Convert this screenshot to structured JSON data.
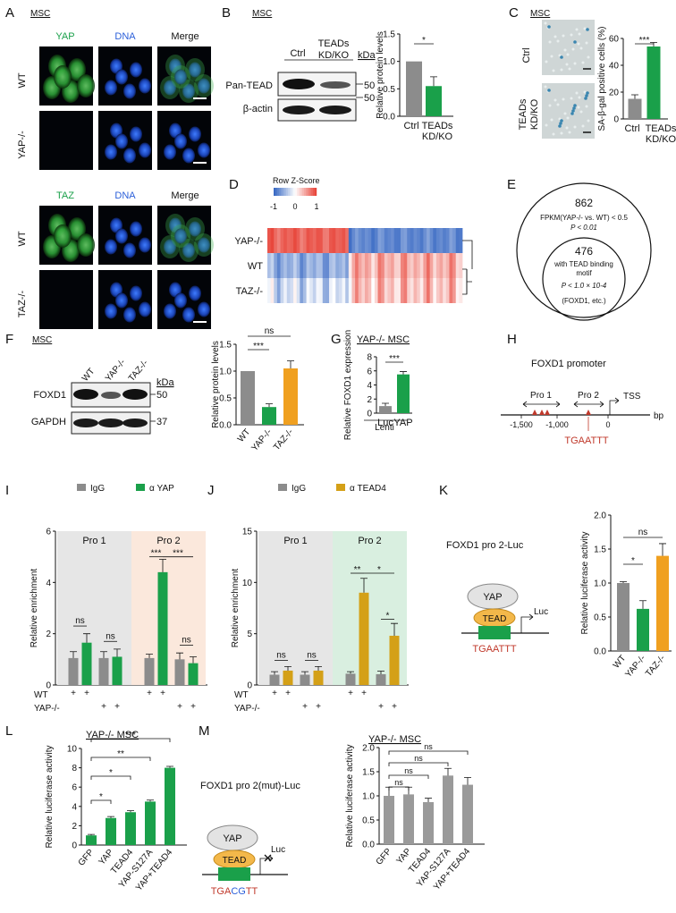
{
  "panels": {
    "A": {
      "label": "A",
      "cell": "MSC",
      "cols": [
        "YAP",
        "DNA",
        "Merge",
        "TAZ",
        "DNA",
        "Merge"
      ],
      "rows": [
        "WT",
        "YAP-/-",
        "WT",
        "TAZ-/-"
      ]
    },
    "B": {
      "label": "B",
      "cell": "MSC",
      "conds": [
        "Ctrl",
        "TEADs",
        "KD/KO"
      ],
      "kda": "kDa",
      "bands": [
        "Pan-TEAD",
        "β-actin"
      ],
      "mw": [
        "50",
        "50"
      ]
    },
    "C": {
      "label": "C",
      "cell": "MSC",
      "rows": [
        "Ctrl",
        "TEADs",
        "KD/KO"
      ]
    },
    "D": {
      "label": "D",
      "legend_title": "Row Z-Score",
      "legend_ticks": [
        "-1",
        "0",
        "1"
      ],
      "rows": [
        "YAP-/-",
        "WT",
        "TAZ-/-"
      ]
    },
    "E": {
      "label": "E",
      "outer_num": "862",
      "outer_text": "FPKM(YAP-/- vs. WT) < 0.5",
      "outer_p": "P < 0.01",
      "inner_num": "476",
      "inner_text1": "with TEAD binding",
      "inner_text2": "motif",
      "inner_p": "P < 1.0 × 10-4",
      "inner_note": "(FOXD1, etc.)"
    },
    "F": {
      "label": "F",
      "cell": "MSC",
      "conds": [
        "WT",
        "YAP-/-",
        "TAZ-/-"
      ],
      "kda": "kDa",
      "bands": [
        "FOXD1",
        "GAPDH"
      ],
      "mw": [
        "50",
        "37"
      ]
    },
    "G": {
      "label": "G",
      "title": "YAP-/- MSC",
      "group": "Lenti"
    },
    "H": {
      "label": "H",
      "title": "FOXD1 promoter",
      "pro1": "Pro 1",
      "pro2": "Pro 2",
      "tss": "TSS",
      "ticks": [
        "-1,500",
        "-1,000",
        "0"
      ],
      "unit": "bp",
      "motif": "TGAATTT"
    },
    "I": {
      "label": "I",
      "legend": [
        "IgG",
        "α YAP"
      ],
      "regions": [
        "Pro 1",
        "Pro 2"
      ],
      "wt": "WT",
      "yap": "YAP-/-"
    },
    "J": {
      "label": "J",
      "legend": [
        "IgG",
        "α TEAD4"
      ],
      "regions": [
        "Pro 1",
        "Pro 2"
      ],
      "wt": "WT",
      "yap": "YAP-/-"
    },
    "K": {
      "label": "K",
      "construct": "FOXD1 pro 2-Luc",
      "yap": "YAP",
      "tead": "TEAD",
      "luc": "Luc",
      "motif": "TGAATTT"
    },
    "L": {
      "label": "L",
      "title": "YAP-/- MSC"
    },
    "M": {
      "label": "M",
      "construct": "FOXD1 pro 2(mut)-Luc",
      "yap": "YAP",
      "tead": "TEAD",
      "luc": "Luc",
      "motif_a": "TGA",
      "motif_b": "CG",
      "motif_c": "TT",
      "title": "YAP-/- MSC"
    }
  },
  "colors": {
    "gray": "#8c8c8c",
    "green": "#1aa04a",
    "orange": "#f0a020",
    "gold": "#d4a017",
    "micro_green": "#3fb34f",
    "micro_blue": "#2b5fd9",
    "heat_red": "#e8473c",
    "heat_blue": "#3b6bc4"
  },
  "chart_data": [
    {
      "id": "B",
      "type": "bar",
      "categories": [
        "Ctrl",
        "TEADs KD/KO"
      ],
      "values": [
        1.0,
        0.55
      ],
      "errors": [
        0,
        0.17
      ],
      "colors": [
        "#8c8c8c",
        "#1aa04a"
      ],
      "ylabel": "Relative protein levels",
      "ylim": [
        0,
        1.5
      ],
      "yticks": [
        0,
        0.5,
        1.0,
        1.5
      ],
      "ytick_labels": [
        "0.0",
        "0.5",
        "1.0",
        "1.5"
      ],
      "sig": [
        {
          "a": 0,
          "b": 1,
          "text": "*"
        }
      ]
    },
    {
      "id": "C",
      "type": "bar",
      "categories": [
        "Ctrl",
        "TEADs KD/KO"
      ],
      "values": [
        15,
        54
      ],
      "errors": [
        3,
        3
      ],
      "colors": [
        "#8c8c8c",
        "#1aa04a"
      ],
      "ylabel": "SA-β-gal positive cells (%)",
      "ylim": [
        0,
        60
      ],
      "yticks": [
        0,
        20,
        40,
        60
      ],
      "ytick_labels": [
        "0",
        "20",
        "40",
        "60"
      ],
      "sig": [
        {
          "a": 0,
          "b": 1,
          "text": "***"
        }
      ]
    },
    {
      "id": "F",
      "type": "bar",
      "categories": [
        "WT",
        "YAP-/-",
        "TAZ-/-"
      ],
      "values": [
        1.0,
        0.33,
        1.05
      ],
      "errors": [
        0,
        0.06,
        0.14
      ],
      "colors": [
        "#8c8c8c",
        "#1aa04a",
        "#f0a020"
      ],
      "ylabel": "Relative protein levels",
      "ylim": [
        0,
        1.5
      ],
      "yticks": [
        0,
        0.5,
        1.0,
        1.5
      ],
      "ytick_labels": [
        "0.0",
        "0.5",
        "1.0",
        "1.5"
      ],
      "sig": [
        {
          "a": 0,
          "b": 1,
          "text": "***",
          "lvl": 0
        },
        {
          "a": 0,
          "b": 2,
          "text": "ns",
          "lvl": 1
        }
      ]
    },
    {
      "id": "G",
      "type": "bar",
      "categories": [
        "Luc",
        "YAP"
      ],
      "values": [
        1.0,
        5.5
      ],
      "errors": [
        0.4,
        0.4
      ],
      "colors": [
        "#8c8c8c",
        "#1aa04a"
      ],
      "ylabel": "Relative FOXD1 expression",
      "ylim": [
        0,
        8
      ],
      "yticks": [
        0,
        2,
        4,
        6,
        8
      ],
      "ytick_labels": [
        "0",
        "2",
        "4",
        "6",
        "8"
      ],
      "sig": [
        {
          "a": 0,
          "b": 1,
          "text": "***"
        }
      ]
    },
    {
      "id": "I",
      "type": "bar",
      "categories": [
        "Pro1 WT",
        "Pro1 YAP-/-",
        "Pro2 WT",
        "Pro2 YAP-/-"
      ],
      "series": [
        {
          "name": "IgG",
          "values": [
            1.05,
            1.05,
            1.05,
            1.0
          ],
          "errors": [
            0.25,
            0.25,
            0.15,
            0.25
          ]
        },
        {
          "name": "α YAP",
          "values": [
            1.65,
            1.1,
            4.4,
            0.85
          ],
          "errors": [
            0.35,
            0.3,
            0.5,
            0.25
          ]
        }
      ],
      "ylabel": "Relative enrichment",
      "ylim": [
        0,
        6
      ],
      "yticks": [
        0,
        2,
        4,
        6
      ],
      "ytick_labels": [
        "0",
        "2",
        "4",
        "6"
      ],
      "sig": [
        "ns",
        "ns",
        "***",
        "***",
        "ns"
      ]
    },
    {
      "id": "J",
      "type": "bar",
      "categories": [
        "Pro1 WT",
        "Pro1 YAP-/-",
        "Pro2 WT",
        "Pro2 YAP-/-"
      ],
      "series": [
        {
          "name": "IgG",
          "values": [
            1.0,
            1.0,
            1.1,
            1.05
          ],
          "errors": [
            0.3,
            0.3,
            0.2,
            0.3
          ]
        },
        {
          "name": "α TEAD4",
          "values": [
            1.4,
            1.4,
            9.0,
            4.8
          ],
          "errors": [
            0.4,
            0.4,
            1.4,
            1.2
          ]
        }
      ],
      "ylabel": "Relative enrichment",
      "ylim": [
        0,
        15
      ],
      "yticks": [
        0,
        5,
        10,
        15
      ],
      "ytick_labels": [
        "0",
        "5",
        "10",
        "15"
      ],
      "sig": [
        "ns",
        "ns",
        "**",
        "*",
        "*"
      ]
    },
    {
      "id": "K",
      "type": "bar",
      "categories": [
        "WT",
        "YAP-/-",
        "TAZ-/-"
      ],
      "values": [
        1.0,
        0.62,
        1.4
      ],
      "errors": [
        0.02,
        0.12,
        0.18
      ],
      "colors": [
        "#8c8c8c",
        "#1aa04a",
        "#f0a020"
      ],
      "ylabel": "Relative luciferase activity",
      "ylim": [
        0,
        2.0
      ],
      "yticks": [
        0,
        0.5,
        1.0,
        1.5,
        2.0
      ],
      "ytick_labels": [
        "0.0",
        "0.5",
        "1.0",
        "1.5",
        "2.0"
      ],
      "sig": [
        {
          "a": 0,
          "b": 1,
          "text": "*",
          "lvl": 0
        },
        {
          "a": 0,
          "b": 2,
          "text": "ns",
          "lvl": 1
        }
      ]
    },
    {
      "id": "L",
      "type": "bar",
      "categories": [
        "GFP",
        "YAP",
        "TEAD4",
        "YAP-S127A",
        "YAP+TEAD4"
      ],
      "values": [
        1.0,
        2.8,
        3.4,
        4.5,
        8.0
      ],
      "errors": [
        0.1,
        0.15,
        0.15,
        0.15,
        0.15
      ],
      "colors": [
        "#1aa04a",
        "#1aa04a",
        "#1aa04a",
        "#1aa04a",
        "#1aa04a"
      ],
      "ylabel": "Relative luciferase activity",
      "ylim": [
        0,
        10
      ],
      "yticks": [
        0,
        2,
        4,
        6,
        8,
        10
      ],
      "ytick_labels": [
        "0",
        "2",
        "4",
        "6",
        "8",
        "10"
      ],
      "sig": [
        {
          "a": 0,
          "b": 1,
          "text": "*",
          "lvl": 0
        },
        {
          "a": 0,
          "b": 2,
          "text": "*",
          "lvl": 1
        },
        {
          "a": 0,
          "b": 3,
          "text": "**",
          "lvl": 2
        },
        {
          "a": 0,
          "b": 4,
          "text": "***",
          "lvl": 3
        }
      ]
    },
    {
      "id": "M",
      "type": "bar",
      "categories": [
        "GFP",
        "YAP",
        "TEAD4",
        "YAP-S127A",
        "YAP+TEAD4"
      ],
      "values": [
        1.0,
        1.03,
        0.87,
        1.42,
        1.23
      ],
      "errors": [
        0.18,
        0.15,
        0.08,
        0.15,
        0.15
      ],
      "colors": [
        "#9a9a9a",
        "#9a9a9a",
        "#9a9a9a",
        "#9a9a9a",
        "#9a9a9a"
      ],
      "ylabel": "Relative luciferase activity",
      "ylim": [
        0,
        2.0
      ],
      "yticks": [
        0,
        0.5,
        1.0,
        1.5,
        2.0
      ],
      "ytick_labels": [
        "0.0",
        "0.5",
        "1.0",
        "1.5",
        "2.0"
      ],
      "sig": [
        {
          "a": 0,
          "b": 1,
          "text": "ns",
          "lvl": 0
        },
        {
          "a": 0,
          "b": 2,
          "text": "ns",
          "lvl": 1
        },
        {
          "a": 0,
          "b": 3,
          "text": "ns",
          "lvl": 2
        },
        {
          "a": 0,
          "b": 4,
          "text": "ns",
          "lvl": 3
        }
      ]
    }
  ]
}
